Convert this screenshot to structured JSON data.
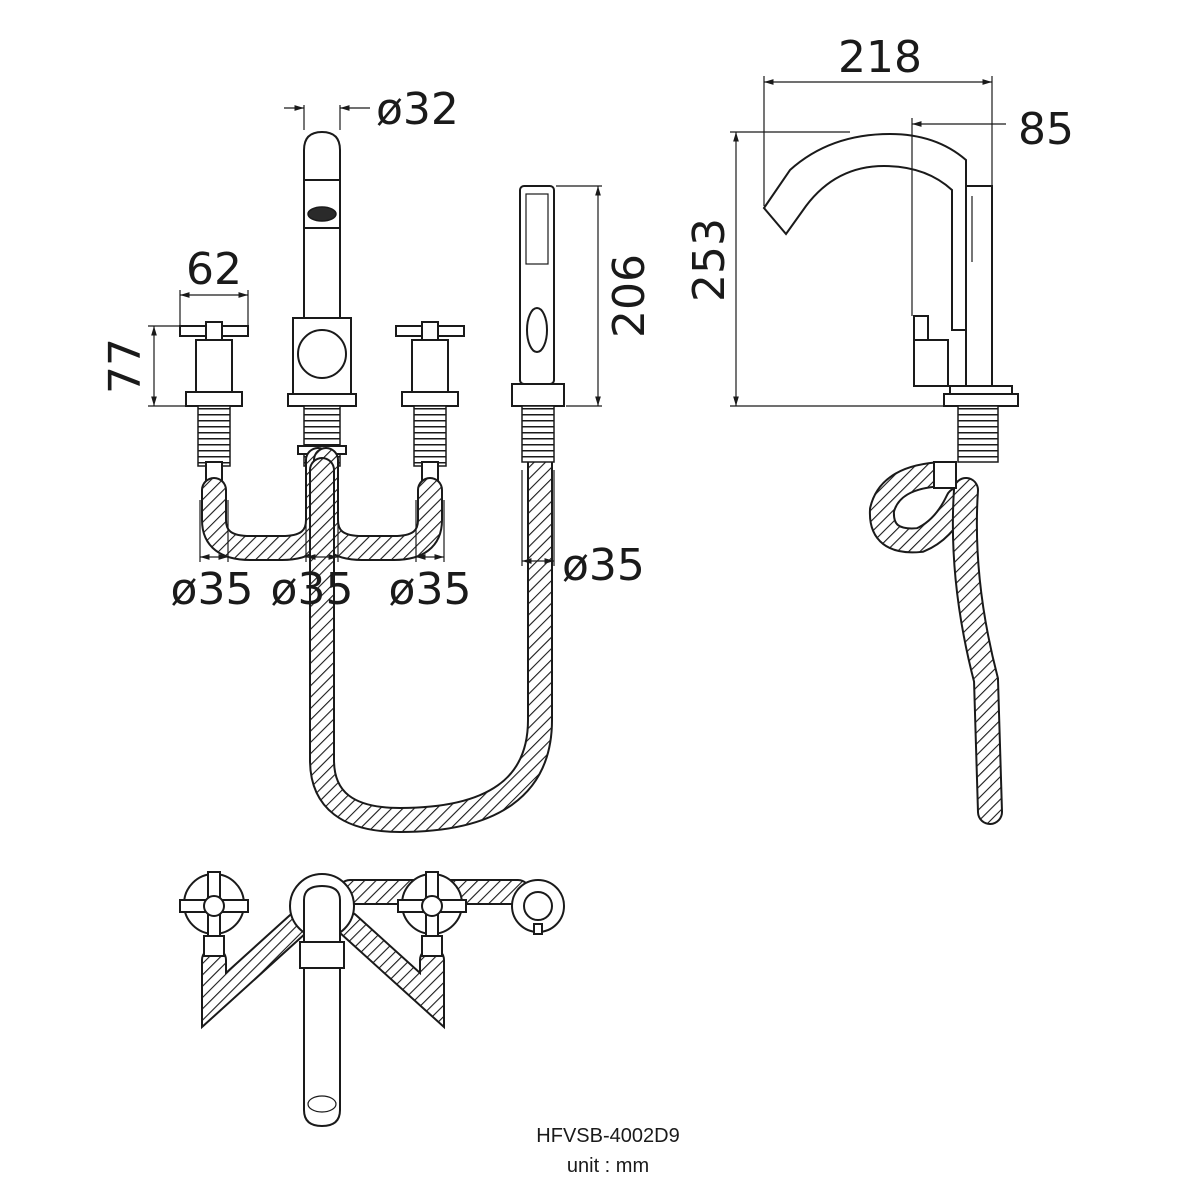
{
  "drawing": {
    "model_code": "HFVSB-4002D9",
    "unit_text": "unit : mm",
    "dimensions": {
      "spout_diameter": "ø32",
      "handle_width": "62",
      "handle_height": "77",
      "handshower_length": "206",
      "left_valve_diameter": "ø35",
      "spout_valve_diameter": "ø35",
      "right_valve_diameter": "ø35",
      "handshower_diameter": "ø35",
      "overall_reach": "218",
      "spout_projection": "85",
      "overall_height": "253"
    }
  }
}
